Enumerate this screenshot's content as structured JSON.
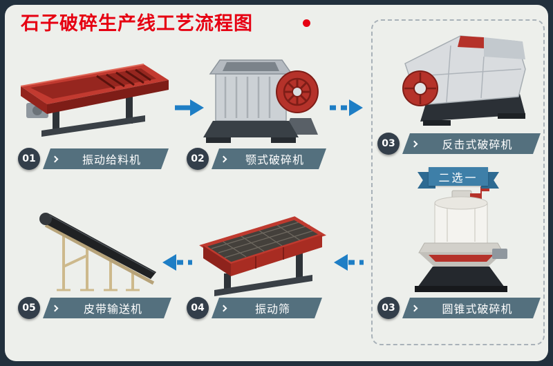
{
  "header": {
    "title": "石子破碎生产线工艺流程图"
  },
  "ribbon": {
    "label": "二选一"
  },
  "steps": [
    {
      "num": "01",
      "label": "振动给料机",
      "machine": "vibrating-feeder"
    },
    {
      "num": "02",
      "label": "颚式破碎机",
      "machine": "jaw-crusher"
    },
    {
      "num": "03",
      "label": "反击式破碎机",
      "machine": "impact-crusher"
    },
    {
      "num": "03",
      "label": "圆锥式破碎机",
      "machine": "cone-crusher"
    },
    {
      "num": "04",
      "label": "振动筛",
      "machine": "vibrating-screen"
    },
    {
      "num": "05",
      "label": "皮带输送机",
      "machine": "belt-conveyor"
    }
  ],
  "colors": {
    "title_red": "#e60012",
    "arrow_blue": "#1e7ec5",
    "banner_slate": "#54707e",
    "number_circle": "#333e4a",
    "ribbon_blue": "#3e7fa8",
    "machine_red": "#b5322a",
    "panel_bg": "#edefeb",
    "frame_bg": "#22303d"
  }
}
